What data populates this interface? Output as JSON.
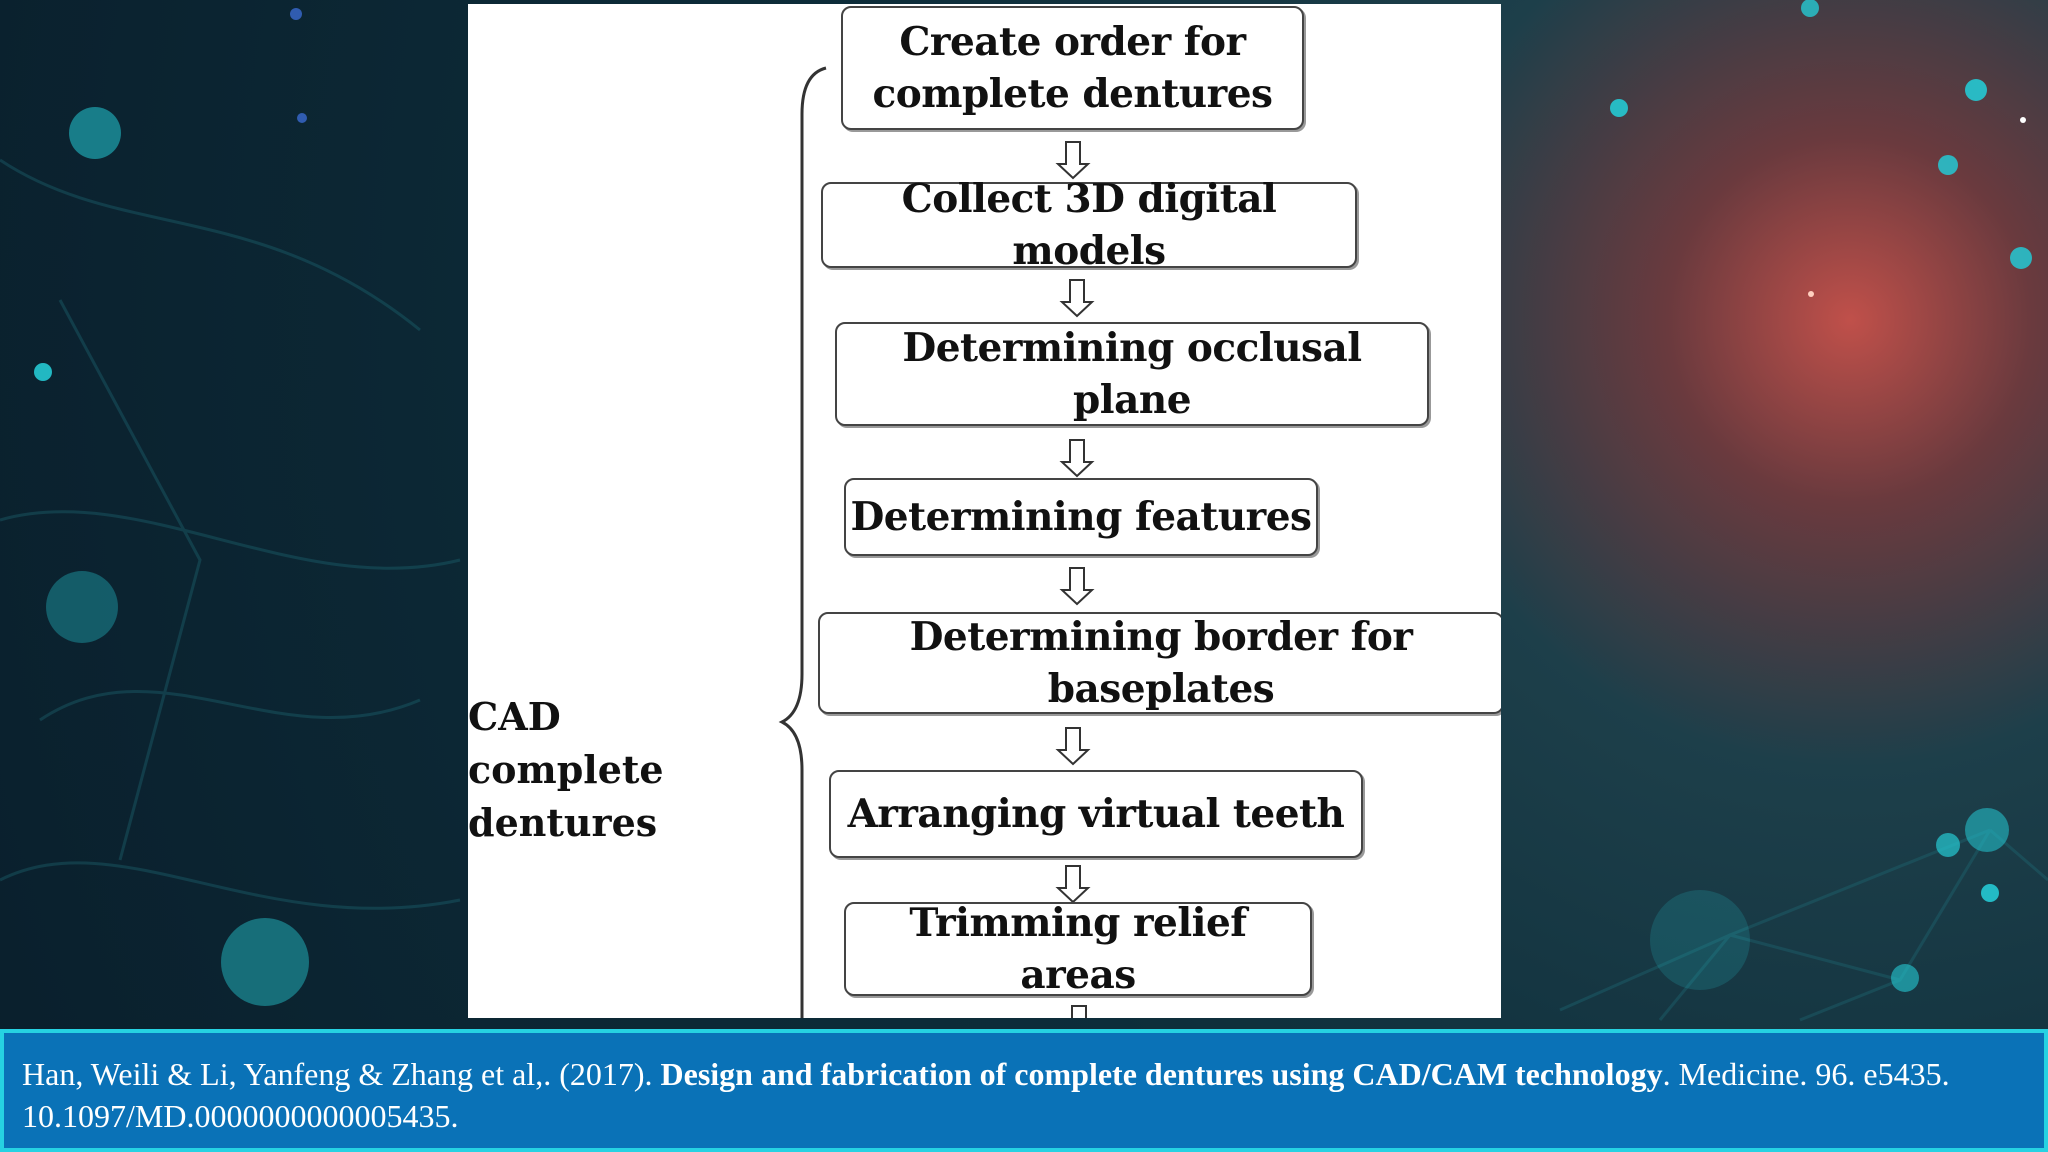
{
  "diagram": {
    "group_label": "CAD complete\ndentures",
    "steps": [
      "Create order for\ncomplete dentures",
      "Collect 3D digital models",
      "Determining occlusal plane",
      "Determining features",
      "Determining border for baseplates",
      "Arranging virtual teeth",
      "Trimming relief areas"
    ],
    "arrow_glyph": "⇩"
  },
  "citation": {
    "authors_year": "Han, Weili & Li, Yanfeng & Zhang et al,. (2017). ",
    "title": "Design and fabrication of complete dentures using CAD/CAM technology",
    "rest": ". Medicine. 96. e5435. 10.1097/MD.0000000000005435."
  },
  "colors": {
    "citation_background": "#0a72b7",
    "citation_border": "#26d2e2",
    "background_dark": "#0a1f2c",
    "background_glow": "#c0504a"
  }
}
